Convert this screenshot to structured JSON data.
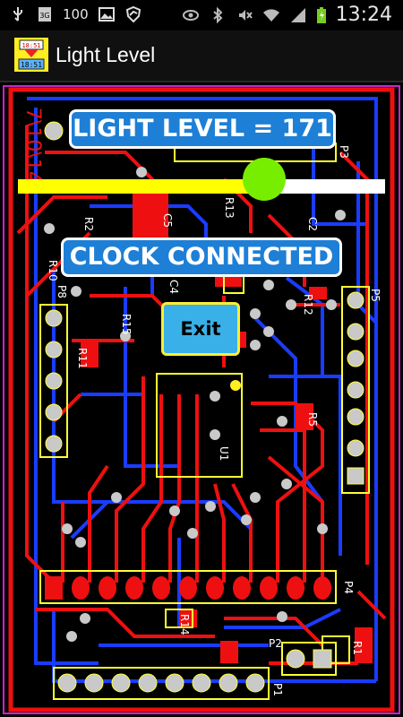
{
  "status_bar": {
    "left_icons": [
      "usb-icon",
      "sim-3g-icon",
      "battery-100-text",
      "image-icon",
      "shield-icon"
    ],
    "battery_text": "100",
    "right_icons": [
      "eye-icon",
      "bluetooth-icon",
      "mute-icon",
      "wifi-icon",
      "signal-icon",
      "battery-charging-icon"
    ],
    "time": "13:24"
  },
  "title_bar": {
    "app_icon_text_top": "18:51",
    "app_icon_text_bottom": "18:51",
    "title": "Light Level"
  },
  "overlay": {
    "light_level_label": "LIGHT LEVEL = 171",
    "slider_value": 171,
    "slider_max": 255,
    "clock_status": "CLOCK CONNECTED",
    "exit_label": "Exit"
  },
  "pcb_labels": {
    "p3": "P3",
    "p5": "P5",
    "p8": "P8",
    "p4": "P4",
    "p2": "P2",
    "p1": "P1",
    "r2": "R2",
    "r10": "R10",
    "r11": "R11",
    "r12": "R12",
    "r13": "R13",
    "r14": "R14",
    "r15": "R15",
    "r5": "R5",
    "r1": "R1",
    "c2": "C2",
    "c4": "C4",
    "c5": "C5",
    "u1": "U1",
    "side_text": "7\\10\\14"
  },
  "colors": {
    "trace_red": "#ee1010",
    "trace_blue": "#1a3cff",
    "silkscreen_yellow": "#ffff33",
    "badge_blue": "#1e7fd6",
    "thumb_green": "#77ee00",
    "pad_gray": "#c9c9c9"
  }
}
